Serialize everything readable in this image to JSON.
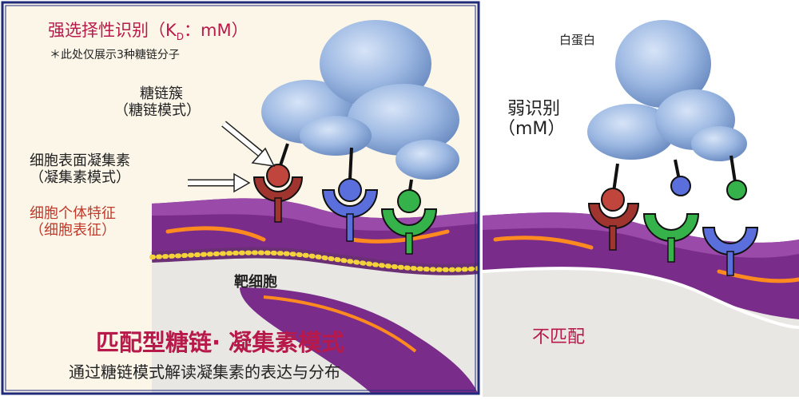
{
  "left_panel": {
    "title_prefix": "强选择性识别（K",
    "title_sub": "D",
    "title_suffix": "：mM）",
    "note": "＊此处仅展示3种糖链分子",
    "glycan_cluster": {
      "line1": "糖链簇",
      "line2": "（糖链模式）"
    },
    "lectin": {
      "line1": "细胞表面凝集素",
      "line2": "（凝集素模式）"
    },
    "cell_trait": {
      "line1": "细胞个体特征",
      "line2": "（细胞表征）"
    },
    "target_cell": "靶细胞",
    "heading": "匹配型糖链· 凝集素模式",
    "caption": "通过糖链模式解读凝集素的表达与分布"
  },
  "right_panel": {
    "protein": "白蛋白",
    "weak_line1": "弱识别",
    "weak_line2": "（mM）",
    "mismatch": "不匹配"
  },
  "colors": {
    "frame": "#1f2a7a",
    "panel_bg": "#fbf6e8",
    "protein": "#9cb8e2",
    "glycan_red": "#c0453d",
    "glycan_blue": "#5b6fdc",
    "glycan_green": "#35b24a",
    "membrane_purple": "#7a2c8a",
    "lipid_yellow": "#f4d33a",
    "title_pink": "#b7194a"
  }
}
